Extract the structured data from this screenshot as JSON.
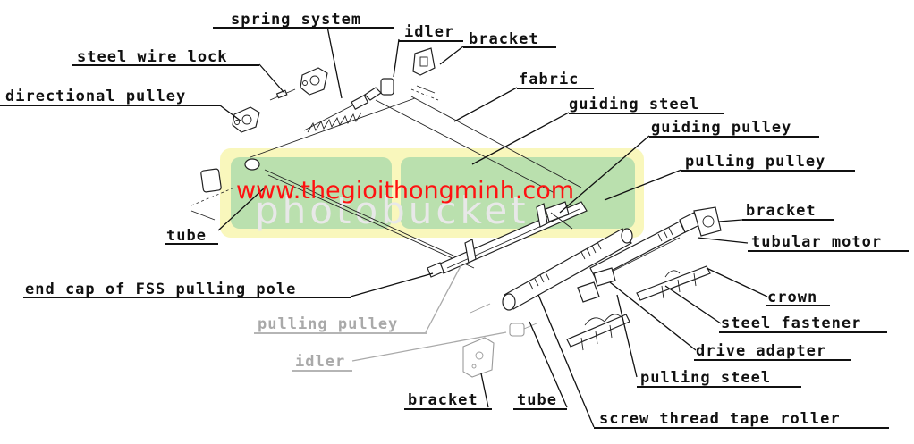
{
  "diagram": {
    "labels": {
      "spring_system": "spring system",
      "idler_top": "idler",
      "bracket_top": "bracket",
      "steel_wire_lock": "steel wire lock",
      "directional_pulley": "directional pulley",
      "fabric": "fabric",
      "guiding_steel": "guiding steel",
      "guiding_pulley": "guiding pulley",
      "pulling_pulley_top": "pulling pulley",
      "bracket_right": "bracket",
      "tubular_motor": "tubular motor",
      "tube_left": "tube",
      "end_cap": "end cap of FSS pulling pole",
      "crown": "crown",
      "pulling_pulley_bottom": "pulling pulley",
      "steel_fastener": "steel fastener",
      "idler_bottom": "idler",
      "drive_adapter": "drive adapter",
      "pulling_steel": "pulling steel",
      "bracket_bottom": "bracket",
      "tube_bottom": "tube",
      "screw_thread_tape_roller": "screw thread tape roller"
    },
    "watermark": {
      "url_text": "www.thegioithongminh.com",
      "overlay_text": "photobucket"
    },
    "colors": {
      "line": "#111111",
      "faded_label": "#a9a9a9",
      "watermark_text": "#ff1111",
      "watermark_green": "#9fd5a8",
      "watermark_yellow": "#f7f4a6"
    }
  }
}
